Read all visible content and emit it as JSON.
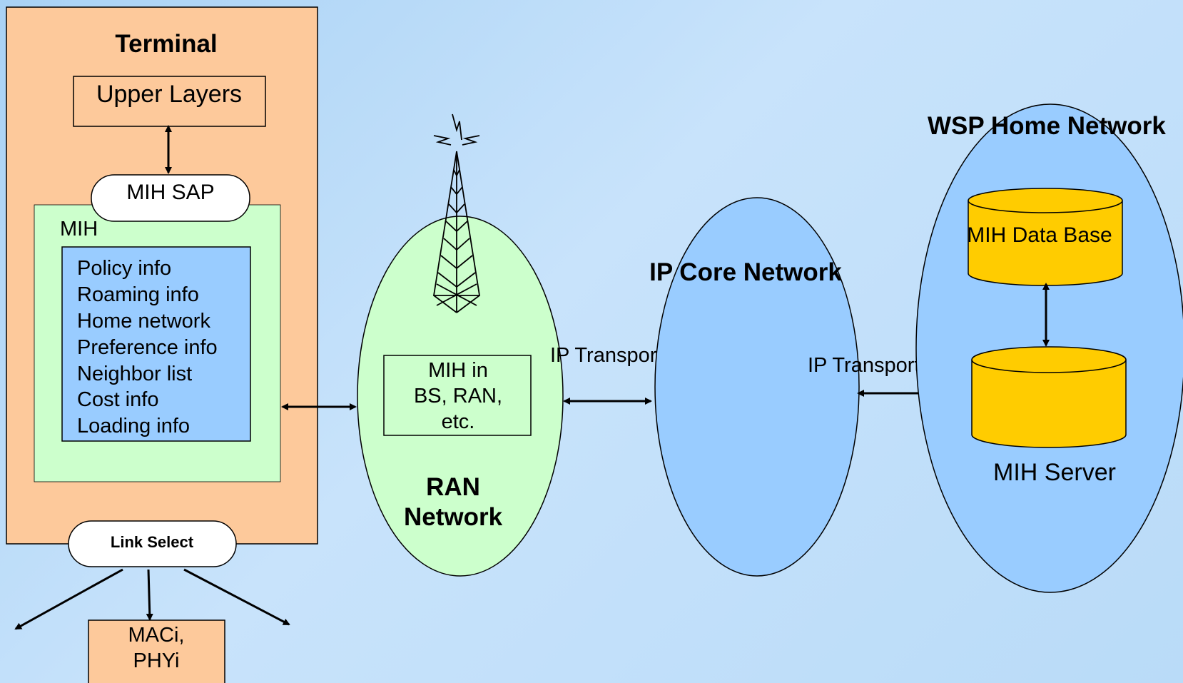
{
  "terminal": {
    "title": "Terminal",
    "upper_layers": "Upper Layers",
    "mih_sap": "MIH SAP",
    "mih_label": "MIH",
    "info_items": [
      "Policy info",
      "Roaming info",
      "Home network",
      "Preference info",
      "Neighbor list",
      "Cost info",
      "Loading info"
    ],
    "link_select": "Link Select",
    "mac_phy": [
      "MACi,",
      "PHYi"
    ]
  },
  "ran": {
    "mih_box": [
      "MIH in",
      "BS, RAN,",
      "etc."
    ],
    "title": [
      "RAN",
      "Network"
    ]
  },
  "ip_core": {
    "title": "IP Core Network",
    "transport_left": "IP Transport",
    "transport_right": "IP Transport"
  },
  "wsp": {
    "title": "WSP Home Network",
    "database": "MIH Data Base",
    "server": "MIH Server"
  },
  "colors": {
    "terminal_fill": "#fdc99b",
    "mih_fill": "#ccffcc",
    "info_fill": "#99ccff",
    "ran_fill": "#ccffcc",
    "core_fill": "#99ccff",
    "wsp_fill": "#99ccff",
    "cylinder_fill": "#ffcc00"
  }
}
